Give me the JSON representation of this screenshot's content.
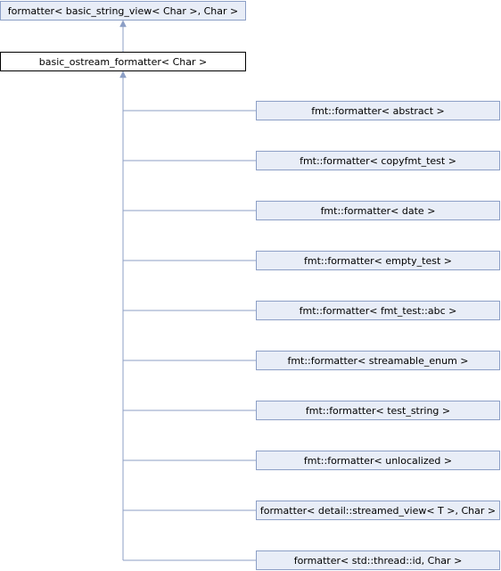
{
  "colors": {
    "node_fill": "#e8edf7",
    "node_border": "#8c9fc6",
    "current_fill": "#ffffff",
    "current_border": "#000000",
    "edge": "#8c9fc6"
  },
  "base": {
    "label": "formatter< basic_string_view< Char >, Char >"
  },
  "current": {
    "label": "basic_ostream_formatter< Char >"
  },
  "derived": [
    {
      "label": "fmt::formatter< abstract >"
    },
    {
      "label": "fmt::formatter< copyfmt_test >"
    },
    {
      "label": "fmt::formatter< date >"
    },
    {
      "label": "fmt::formatter< empty_test >"
    },
    {
      "label": "fmt::formatter< fmt_test::abc >"
    },
    {
      "label": "fmt::formatter< streamable_enum >"
    },
    {
      "label": "fmt::formatter< test_string >"
    },
    {
      "label": "fmt::formatter< unlocalized >"
    },
    {
      "label": "formatter< detail::streamed_view< T >, Char >"
    },
    {
      "label": "formatter< std::thread::id, Char >"
    }
  ]
}
